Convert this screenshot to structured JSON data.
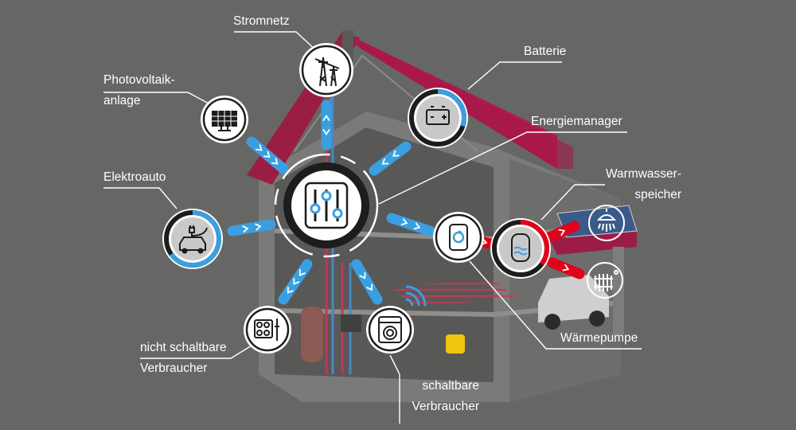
{
  "labels": {
    "stromnetz": "Stromnetz",
    "batterie": "Batterie",
    "photovoltaik_1": "Photovoltaik-",
    "photovoltaik_2": "anlage",
    "energiemanager": "Energiemanager",
    "elektroauto": "Elektroauto",
    "warmwasser_1": "Warmwasser-",
    "warmwasser_2": "speicher",
    "nicht_schaltbar_1": "nicht schaltbare",
    "nicht_schaltbar_2": "Verbraucher",
    "waermepumpe": "Wärmepumpe",
    "schaltbar_1": "schaltbare",
    "schaltbar_2": "Verbraucher"
  },
  "colors": {
    "background": "#666665",
    "flow_blue": "#3a9fe0",
    "flow_red": "#e2001a",
    "roof": "#b01a4a",
    "icon_fill": "#ffffff",
    "icon_ring": "#1d1d1b"
  },
  "levels": {
    "battery_charge_fraction": 0.3,
    "ev_charge_fraction": 0.65,
    "hot_water_fraction": 0.35
  },
  "icons": {
    "center": "energy-manager-sliders-icon",
    "grid": "power-pylon-icon",
    "pv": "solar-panel-icon",
    "battery": "battery-icon",
    "car": "electric-car-icon",
    "pump": "heat-pump-icon",
    "tank": "hot-water-tank-icon",
    "shower": "shower-icon",
    "radiator": "radiator-icon",
    "stove": "cooktop-icon",
    "washer": "washing-machine-icon",
    "wifi": "wireless-signal-icon"
  }
}
